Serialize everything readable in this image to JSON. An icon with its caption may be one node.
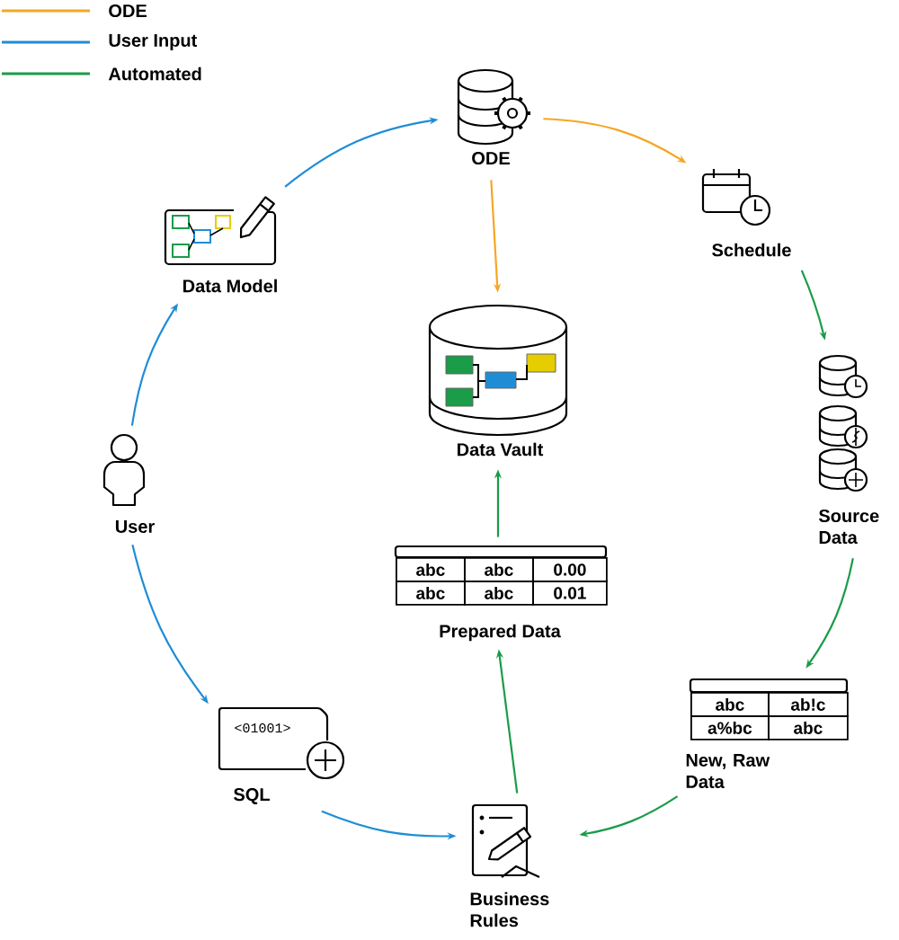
{
  "diagram": {
    "nodes": [
      {
        "text": [
          "ODE"
        ]
      },
      {
        "text": [
          "Schedule"
        ]
      },
      {
        "text": [
          "Source Data"
        ]
      },
      {
        "text": [
          "New, Raw Data"
        ]
      },
      {
        "text": [
          "Business Rules"
        ]
      },
      {
        "text": [
          "SQL"
        ]
      },
      {
        "text": [
          "User"
        ]
      },
      {
        "text": [
          "Data Model"
        ]
      },
      {
        "text": [
          "Data Vault"
        ]
      },
      {
        "text": [
          "Prepared Data"
        ]
      }
    ],
    "edges": [
      {
        "from": 0,
        "to": 1,
        "arrow": "to",
        "color": "#f5a623"
      },
      {
        "from": 1,
        "to": 2,
        "arrow": "to",
        "color": "#1a9c48"
      },
      {
        "from": 2,
        "to": 3,
        "arrow": "to",
        "color": "#1a9c48"
      },
      {
        "from": 3,
        "to": 4,
        "arrow": "to",
        "color": "#1a9c48"
      },
      {
        "from": 5,
        "to": 4,
        "arrow": "to",
        "color": "#1f8dd6"
      },
      {
        "from": 6,
        "to": 5,
        "arrow": "to",
        "color": "#1f8dd6"
      },
      {
        "from": 6,
        "to": 7,
        "arrow": "to",
        "color": "#1f8dd6"
      },
      {
        "from": 7,
        "to": 0,
        "arrow": "to",
        "color": "#1f8dd6"
      },
      {
        "from": 0,
        "to": 8,
        "arrow": "to",
        "color": "#f5a623"
      },
      {
        "from": 4,
        "to": 9,
        "arrow": "to",
        "color": "#1a9c48"
      },
      {
        "from": 9,
        "to": 8,
        "arrow": "to",
        "color": "#1a9c48"
      }
    ],
    "labels": [
      "abc",
      "abc",
      "0.00",
      "abc",
      "abc",
      "0.01",
      "abc",
      "ab!c",
      "<01001>",
      "a%bc",
      "abc"
    ],
    "legend": [
      {
        "text": "ODE",
        "color": "#f5a623"
      },
      {
        "text": "User Input",
        "color": "#1f8dd6"
      },
      {
        "text": "Automated",
        "color": "#1a9c48"
      }
    ]
  }
}
